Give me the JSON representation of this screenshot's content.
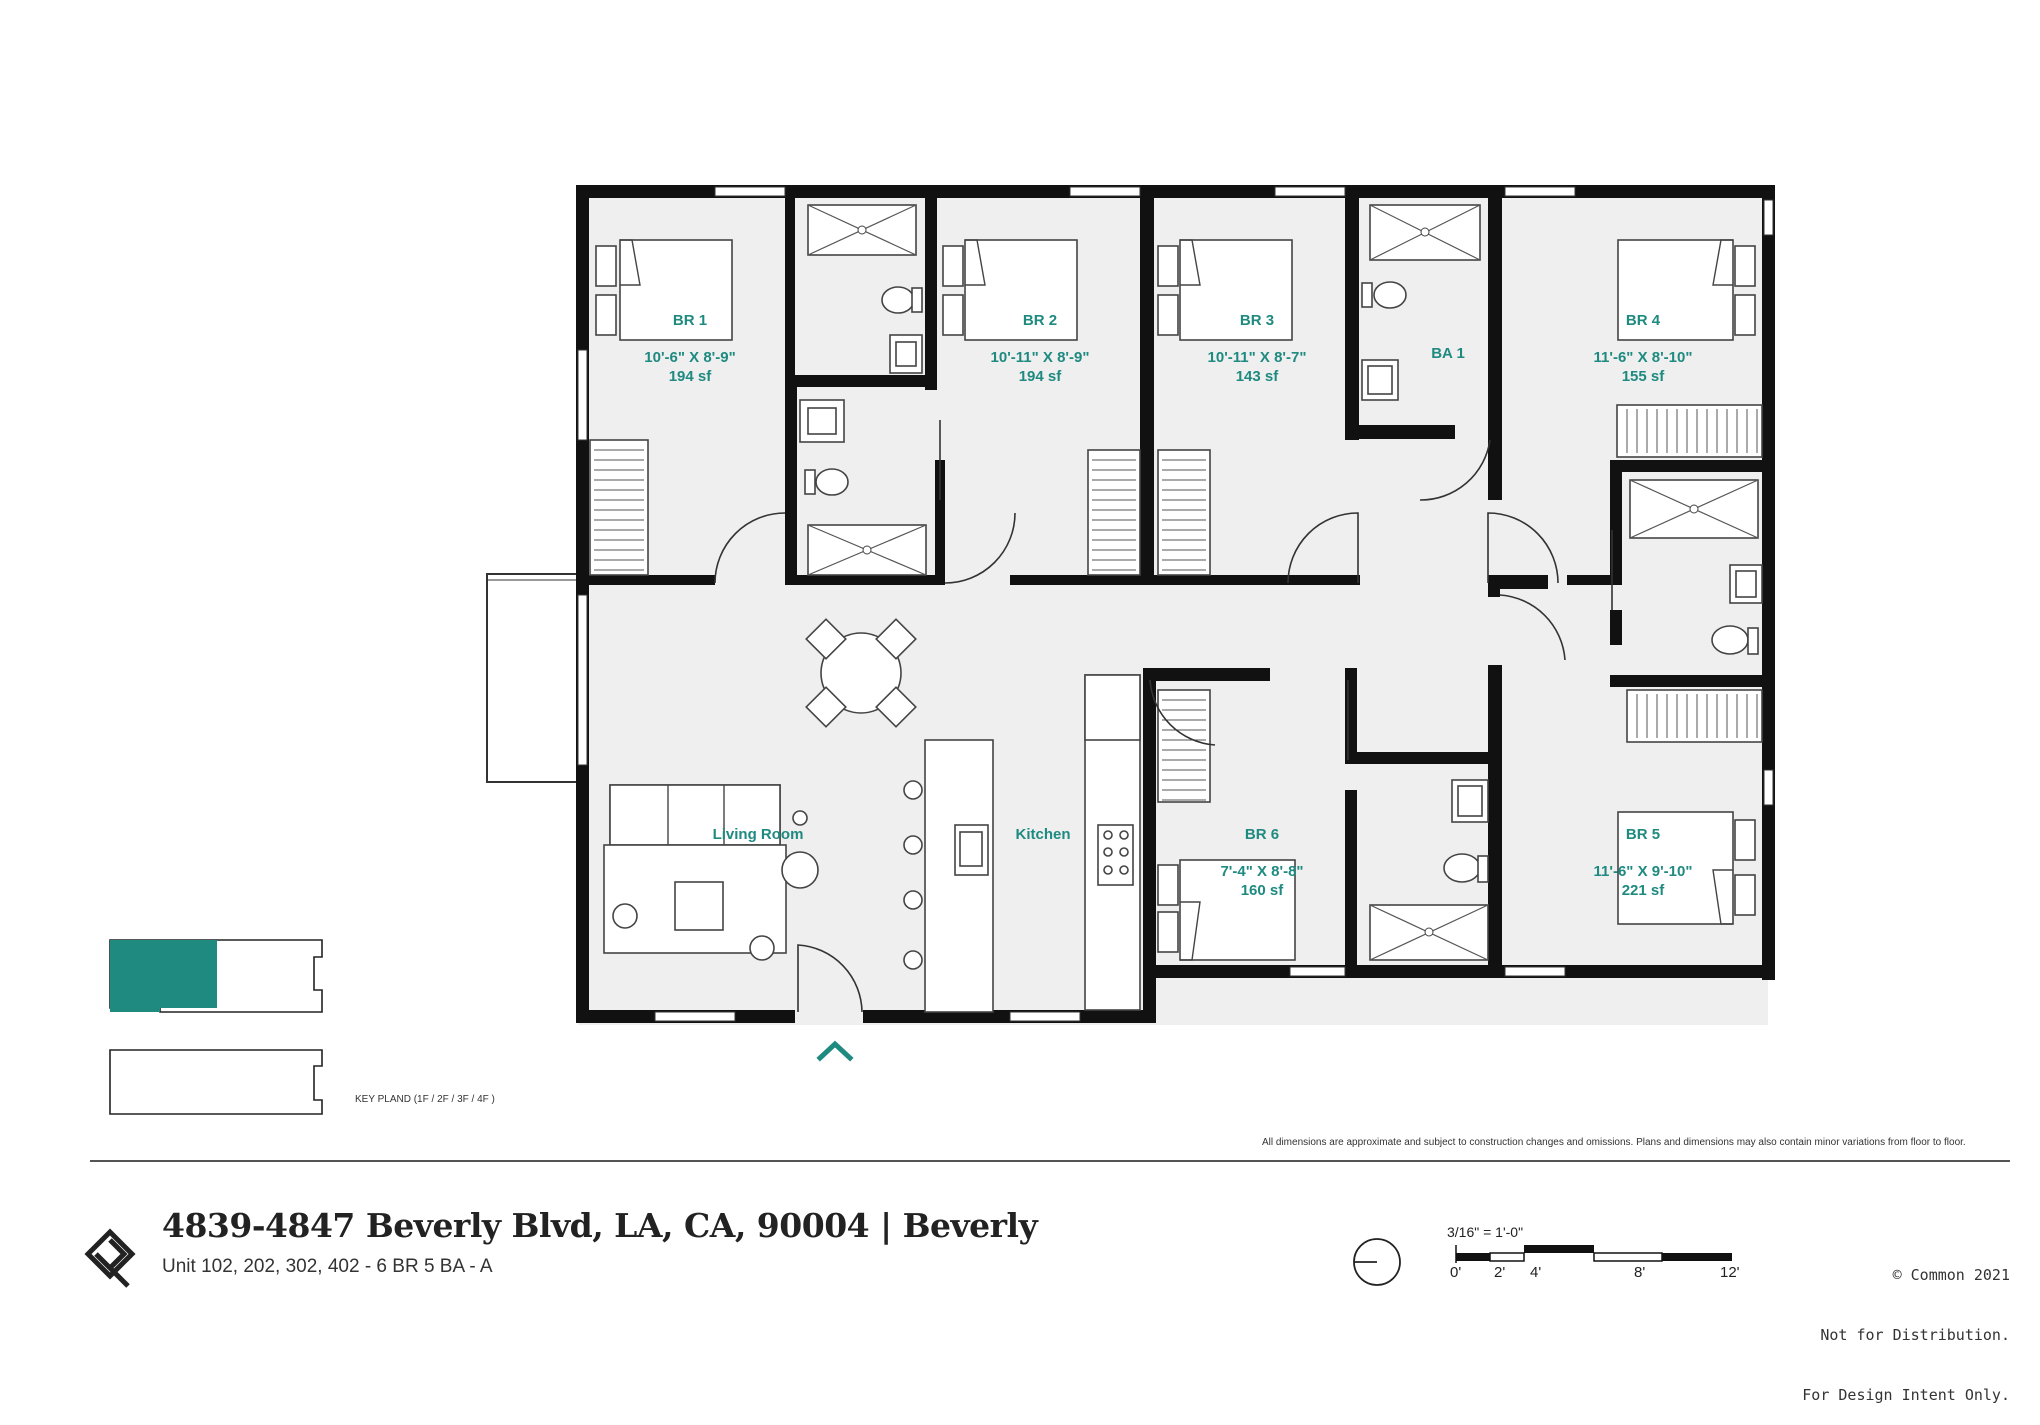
{
  "rooms": {
    "br1": {
      "name": "BR 1",
      "dims": "10'-6\" X 8'-9\"",
      "area": "194 sf"
    },
    "br2": {
      "name": "BR 2",
      "dims": "10'-11\" X 8'-9\"",
      "area": "194 sf"
    },
    "br3": {
      "name": "BR 3",
      "dims": "10'-11\" X 8'-7\"",
      "area": "143 sf"
    },
    "ba1": {
      "name": "BA 1"
    },
    "br4": {
      "name": "BR 4",
      "dims": "11'-6\" X 8'-10\"",
      "area": "155 sf"
    },
    "br5": {
      "name": "BR 5",
      "dims": "11'-6\" X 9'-10\"",
      "area": "221 sf"
    },
    "br6": {
      "name": "BR 6",
      "dims": "7'-4\" X 8'-8\"",
      "area": "160 sf"
    },
    "living": {
      "name": "Living Room"
    },
    "kitchen": {
      "name": "Kitchen"
    }
  },
  "key_plan": {
    "label": "KEY PLAND (1F / 2F / 3F / 4F )",
    "accent_color": "#1e8a80",
    "highlighted_floor_fraction": 0.5
  },
  "disclaimer": "All dimensions are approximate and subject to construction changes and omissions. Plans and dimensions may also contain minor variations from floor to floor.",
  "footer": {
    "title": "4839-4847 Beverly Blvd, LA, CA, 90004 | Beverly",
    "subtitle": "Unit 102, 202, 302, 402 - 6 BR 5 BA - A",
    "logo_icon": "common-logo-icon"
  },
  "scale": {
    "label": "3/16\" = 1'-0\"",
    "ticks": [
      "0'",
      "2'",
      "4'",
      "8'",
      "12'"
    ],
    "north_icon": "north-arrow-icon"
  },
  "copyright": [
    "© Common 2021",
    "Not for Distribution.",
    "For Design Intent Only."
  ],
  "entry_icon": "entry-chevron-icon"
}
